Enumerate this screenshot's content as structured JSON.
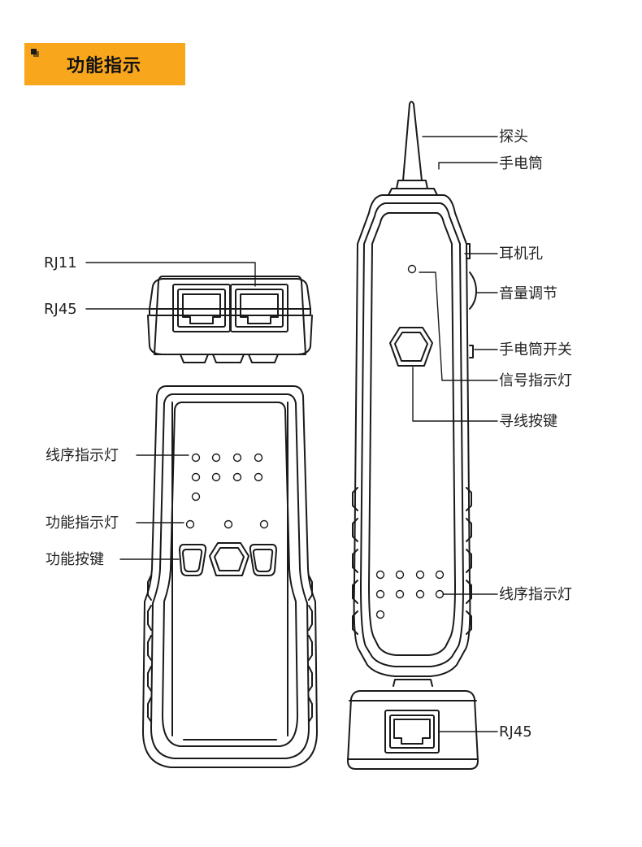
{
  "header": {
    "title": "功能指示"
  },
  "labels": {
    "probe": "探头",
    "flashlight": "手电筒",
    "earphone_jack": "耳机孔",
    "volume_adjust": "音量调节",
    "flashlight_switch": "手电筒开关",
    "signal_indicator": "信号指示灯",
    "trace_button": "寻线按键",
    "receiver_wire_order_led": "线序指示灯",
    "receiver_rj45": "RJ45",
    "rj11": "RJ11",
    "rj45": "RJ45",
    "wire_order_led": "线序指示灯",
    "function_led": "功能指示灯",
    "function_button": "功能按键"
  }
}
